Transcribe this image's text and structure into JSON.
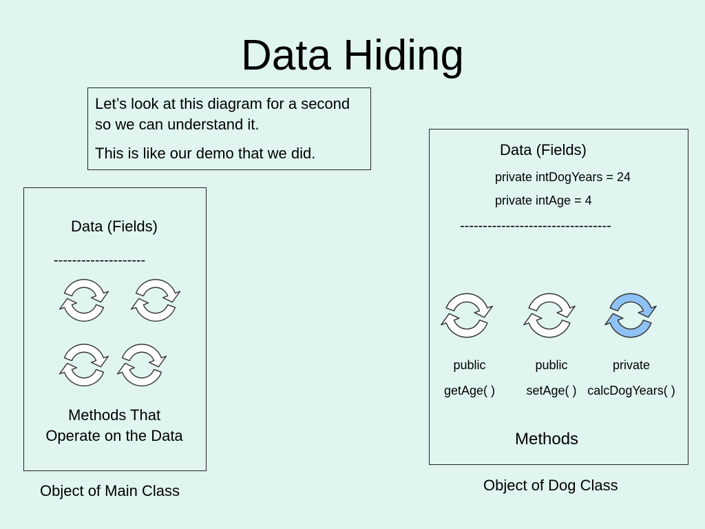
{
  "title": "Data Hiding",
  "note": {
    "line1": "Let’s look at this diagram for a second so we can understand it.",
    "line2": "This is like our demo that we did."
  },
  "main_object": {
    "fields_label": "Data (Fields)",
    "divider": "--------------------",
    "methods_label_line1": "Methods That",
    "methods_label_line2": "Operate on the Data",
    "caption": "Object of Main Class",
    "method_icons": [
      "cycle-icon",
      "cycle-icon",
      "cycle-icon",
      "cycle-icon"
    ]
  },
  "dog_object": {
    "fields_label": "Data (Fields)",
    "field1": "private intDogYears = 24",
    "field2": "private intAge = 4",
    "divider": "---------------------------------",
    "methods": [
      {
        "access": "public",
        "name": "getAge( )",
        "icon": "cycle-icon",
        "color": "#ffffff"
      },
      {
        "access": "public",
        "name": "setAge( )",
        "icon": "cycle-icon",
        "color": "#ffffff"
      },
      {
        "access": "private",
        "name": "calcDogYears( )",
        "icon": "cycle-icon",
        "color": "#8ec1f5"
      }
    ],
    "methods_label": "Methods",
    "caption": "Object of Dog Class"
  }
}
